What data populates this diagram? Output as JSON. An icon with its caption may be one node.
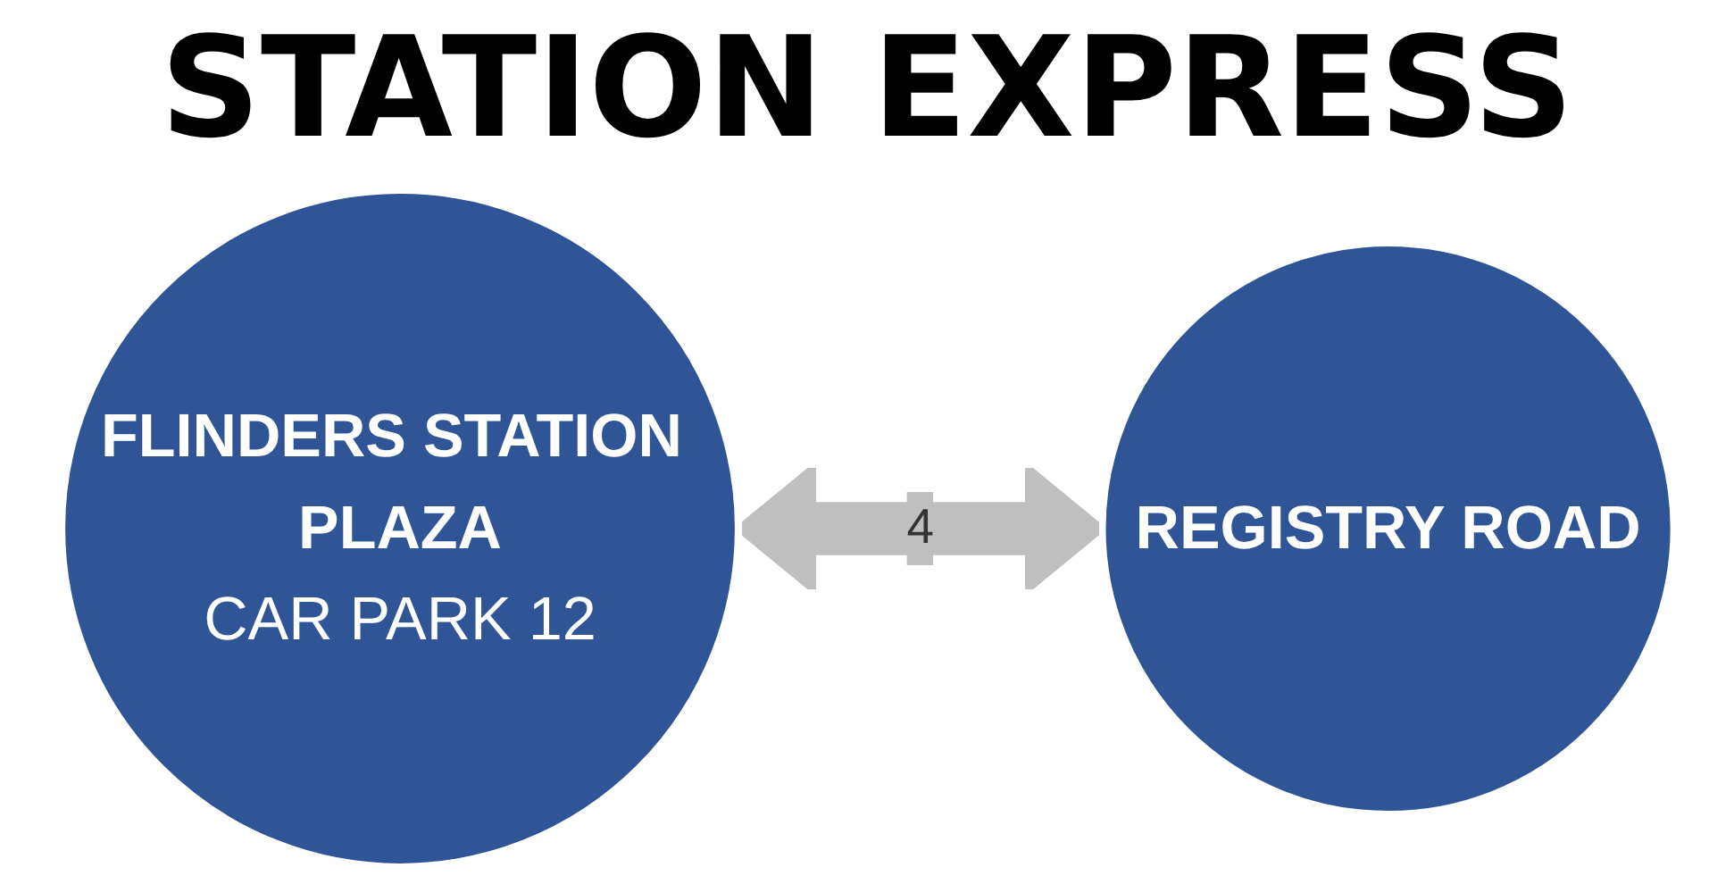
{
  "diagram": {
    "title": "STATION EXPRESS",
    "nodes": [
      {
        "text": [
          "FLINDERS STATION PLAZA",
          "CAR PARK 12"
        ]
      },
      {
        "text": [
          "REGISTRY ROAD"
        ]
      }
    ],
    "edges": [
      {
        "from": 0,
        "to": 1,
        "arrow": "both",
        "label": "4"
      }
    ]
  }
}
